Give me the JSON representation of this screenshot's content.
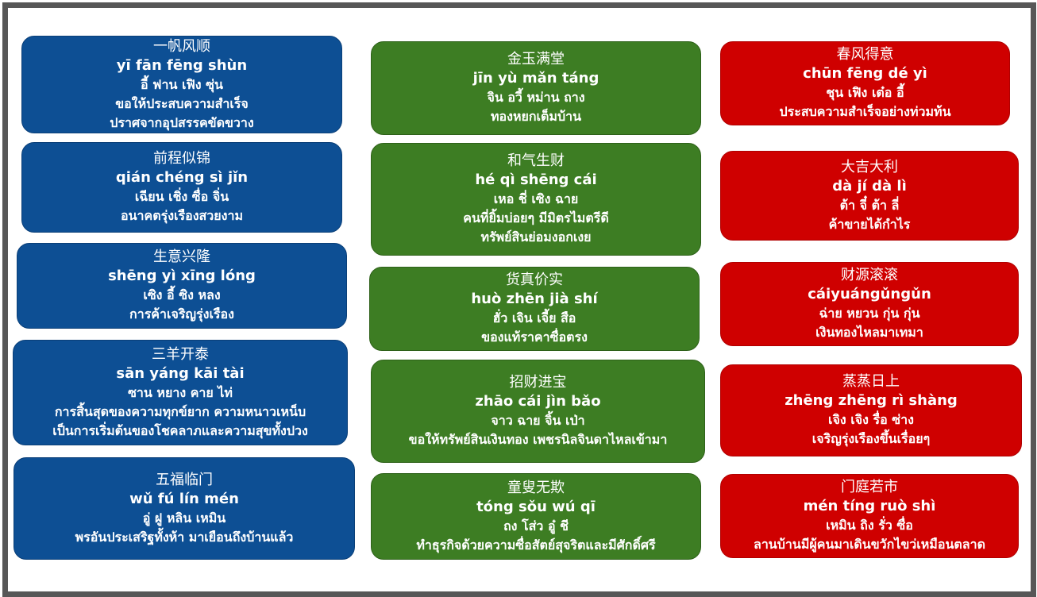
{
  "colors": {
    "blue": "#0d4f94",
    "green": "#3d7d23",
    "red": "#cf0000",
    "frame": "#575757"
  },
  "left": [
    {
      "zh": "一帆风顺",
      "py": "yī fān fēng shùn",
      "th": "อี้ ฟาน เฟิง ซุ่น",
      "lines": [
        "ขอให้ประสบความสำเร็จ",
        "ปราศจากอุปสรรคขัดขวาง"
      ]
    },
    {
      "zh": "前程似锦",
      "py": "qián chéng sì jǐn",
      "th": "เฉียน เชิ่ง ซื่อ จิ่น",
      "lines": [
        "อนาคตรุ่งเรืองสวยงาม"
      ]
    },
    {
      "zh": "生意兴隆",
      "py": "shēng yì xīng lóng",
      "th": "เซิง อี้ ซิง หลง",
      "lines": [
        "การค้าเจริญรุ่งเรือง"
      ]
    },
    {
      "zh": "三羊开泰",
      "py": "sān yáng kāi tài",
      "th": "ซาน หยาง คาย ไท่",
      "lines": [
        "การสิ้นสุดของความทุกข์ยาก ความหนาวเหน็บ",
        "เป็นการเริ่มต้นของโชคลาภและความสุขทั้งปวง"
      ]
    },
    {
      "zh": "五福临门",
      "py": "wǔ fú lín mén",
      "th": "อู่ ฝู หลิน เหมิน",
      "lines": [
        "พรอันประเสริฐทั้งห้า มาเยือนถึงบ้านแล้ว"
      ]
    }
  ],
  "middle": [
    {
      "zh": "金玉满堂",
      "py": "jīn yù mǎn táng",
      "th": "จิน อวี้ หม่าน ถาง",
      "lines": [
        "ทองหยกเต็มบ้าน"
      ]
    },
    {
      "zh": "和气生财",
      "py": "hé qì shēng cái",
      "th": "เหอ ชี่ เซิง ฉาย",
      "lines": [
        "คนที่ยิ้มบ่อยๆ มีมิตรไมตรีดี",
        "ทรัพย์สินย่อมงอกเงย"
      ]
    },
    {
      "zh": "货真价实",
      "py": "huò zhēn jià shí",
      "th": "ฮั่ว เจิน เจี้ย สือ",
      "lines": [
        "ของแท้ราคาซื่อตรง"
      ]
    },
    {
      "zh": "招财进宝",
      "py": "zhāo cái jìn bǎo",
      "th": "จาว ฉาย จิ้น เป่า",
      "lines": [
        "ขอให้ทรัพย์สินเงินทอง เพชรนิลจินดาไหลเข้ามา"
      ]
    },
    {
      "zh": "童叟无欺",
      "py": "tóng sǒu wú qī",
      "th": "ถง โส่ว อู๋ ชี",
      "lines": [
        "ทำธุรกิจด้วยความซื่อสัตย์สุจริตและมีศักดิ์ศรี"
      ]
    }
  ],
  "right": [
    {
      "zh": "春风得意",
      "py": "chūn fēng dé yì",
      "th": "ชุน เฟิง เต๋อ อี้",
      "lines": [
        "ประสบความสำเร็จอย่างท่วมท้น"
      ]
    },
    {
      "zh": "大吉大利",
      "py": "dà jí dà lì",
      "th": "ต้า จี๋ ต้า ลี่",
      "lines": [
        "ค้าขายได้กำไร"
      ]
    },
    {
      "zh": "财源滚滚",
      "py": "cáiyuángǔngǔn",
      "th": "ฉ่าย หยวน กุ่น กุ่น",
      "lines": [
        "เงินทองไหลมาเทมา"
      ]
    },
    {
      "zh": "蒸蒸日上",
      "py": "zhēng zhēng rì shàng",
      "th": "เจิง เจิง รื่อ ซ่าง",
      "lines": [
        "เจริญรุ่งเรืองขึ้นเรื่อยๆ"
      ]
    },
    {
      "zh": "门庭若市",
      "py": "mén tíng ruò shì",
      "th": "เหมิน ถิง รั่ว ซื่อ",
      "lines": [
        "ลานบ้านมีผู้คนมาเดินขวักไขว่เหมือนตลาด"
      ]
    }
  ]
}
